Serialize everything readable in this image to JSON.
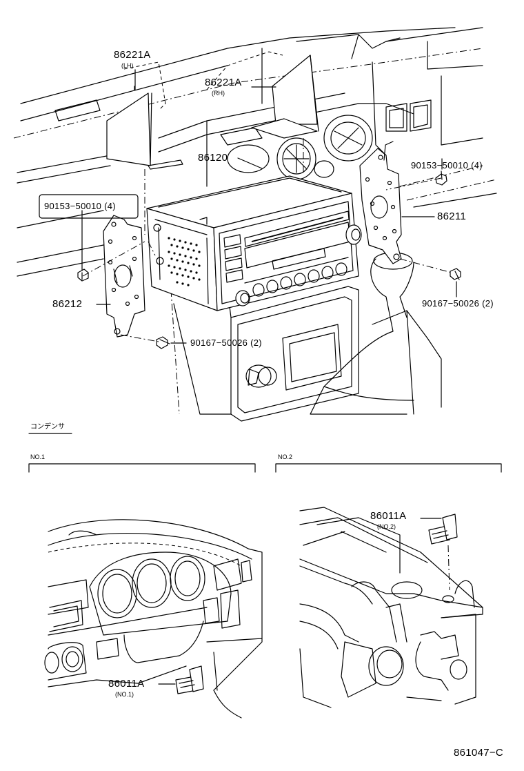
{
  "labels": {
    "bracket_lh": "86221A",
    "bracket_lh_note": "(LH)",
    "bracket_rh": "86221A",
    "bracket_rh_note": "(RH)",
    "radio_receiver": "86120",
    "screw_left_upper": "90153−50010 (4)",
    "screw_right_upper": "90153−50010 (4)",
    "bracket_right": "86211",
    "bracket_left": "86212",
    "screw_left_lower": "90167−50026 (2)",
    "screw_right_lower": "90167−50026 (2)",
    "condenser_title": "コンデンサ",
    "section_no1": "NO.1",
    "section_no2": "NO.2",
    "condenser_no2": "86011A",
    "condenser_no2_note": "(NO.2)",
    "condenser_no1": "86011A",
    "condenser_no1_note": "(NO.1)",
    "figure_code": "861047−C"
  }
}
